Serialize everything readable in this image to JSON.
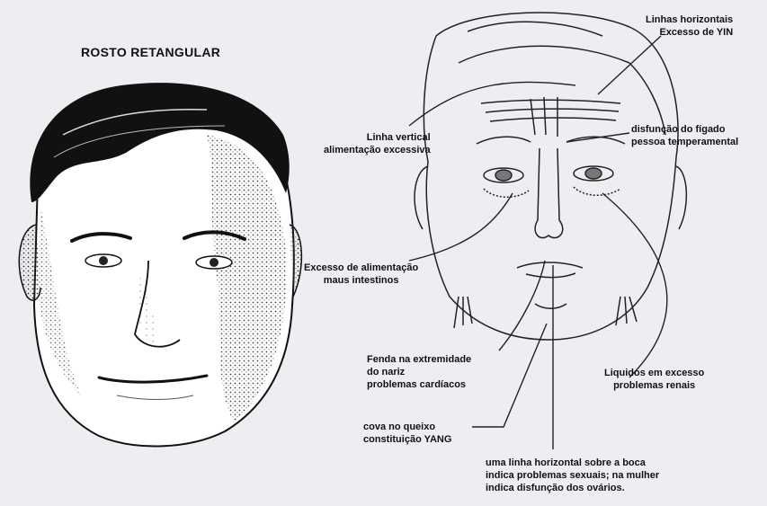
{
  "title": "ROSTO RETANGULAR",
  "labels": {
    "horizontal": {
      "line1": "Linhas horizontais",
      "line2": "Excesso de YIN"
    },
    "vertical": {
      "line1": "Linha vertical",
      "line2": "alimentação excessiva"
    },
    "liver": {
      "line1": "disfunção do fígado",
      "line2": "pessoa temperamental"
    },
    "intestine": {
      "line1": "Excesso de alimentação",
      "line2": "maus intestinos"
    },
    "nose": {
      "line1": "Fenda na extremidade",
      "line2": "do nariz",
      "line3": "problemas cardíacos"
    },
    "liquids": {
      "line1": "Liquidos em excesso",
      "line2": "problemas renais"
    },
    "chin": {
      "line1": "cova no queixo",
      "line2": "constituição YANG"
    },
    "mouth": {
      "line1": "uma linha horizontal sobre a boca",
      "line2": "indica problemas sexuais; na mulher",
      "line3": "indica disfunção dos ovários."
    }
  },
  "icons": [
    "portrait-drawing",
    "face-line-drawing"
  ]
}
